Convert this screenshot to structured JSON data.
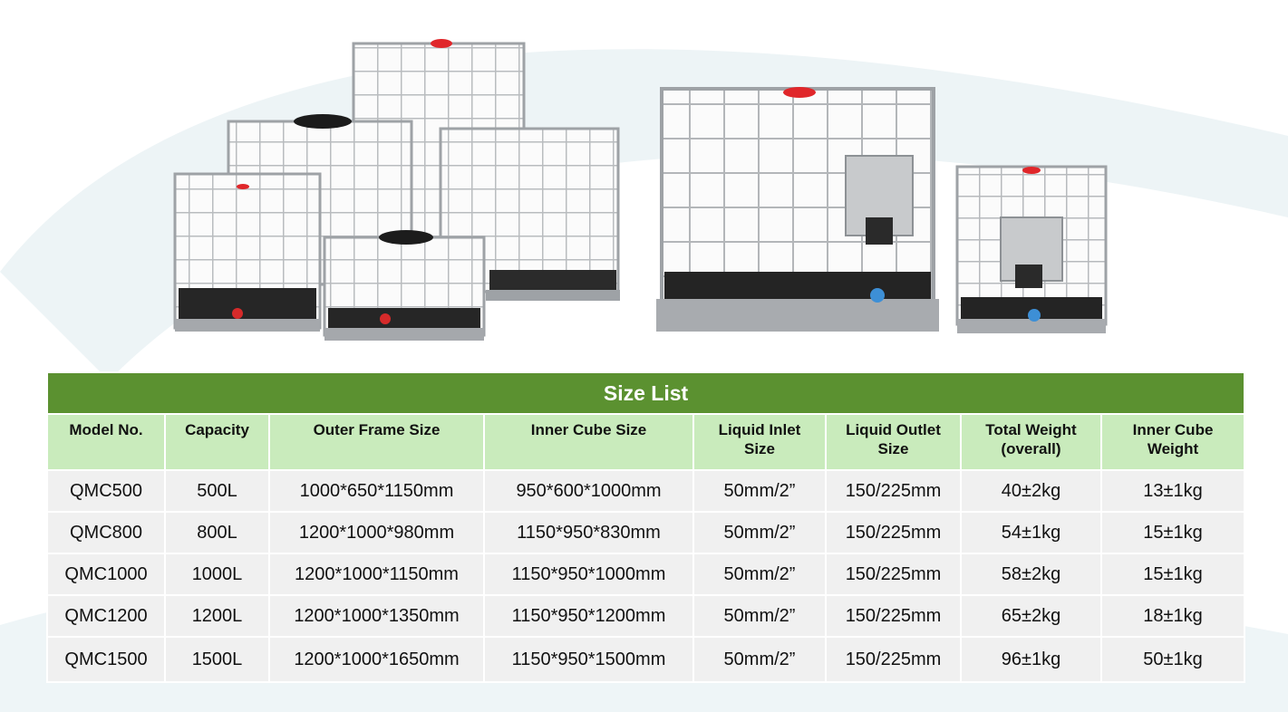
{
  "table": {
    "title": "Size List",
    "columns": [
      [
        "Model No."
      ],
      [
        "Capacity"
      ],
      [
        "Outer Frame Size"
      ],
      [
        "Inner Cube Size"
      ],
      [
        "Liquid Inlet",
        "Size"
      ],
      [
        "Liquid Outlet",
        "Size"
      ],
      [
        "Total Weight",
        "(overall)"
      ],
      [
        "Inner Cube",
        "Weight"
      ]
    ],
    "rows": [
      [
        "QMC500",
        "500L",
        "1000*650*1150mm",
        "950*600*1000mm",
        "50mm/2”",
        "150/225mm",
        "40±2kg",
        "13±1kg"
      ],
      [
        "QMC800",
        "800L",
        "1200*1000*980mm",
        "1150*950*830mm",
        "50mm/2”",
        "150/225mm",
        "54±1kg",
        "15±1kg"
      ],
      [
        "QMC1000",
        "1000L",
        "1200*1000*1150mm",
        "1150*950*1000mm",
        "50mm/2”",
        "150/225mm",
        "58±2kg",
        "15±1kg"
      ],
      [
        "QMC1200",
        "1200L",
        "1200*1000*1350mm",
        "1150*950*1200mm",
        "50mm/2”",
        "150/225mm",
        "65±2kg",
        "18±1kg"
      ],
      [
        "QMC1500",
        "1500L",
        "1200*1000*1650mm",
        "1150*950*1500mm",
        "50mm/2”",
        "150/225mm",
        "96±1kg",
        "50±1kg"
      ]
    ]
  },
  "colors": {
    "title_bar": "#5b9130",
    "header_bg": "#c9ebbc",
    "row_bg": "#f0f0f0",
    "watermark": "#e8f1f4"
  },
  "images": [
    {
      "icon": "ibc-tote-group-photo"
    },
    {
      "icon": "ibc-tote-large-photo"
    },
    {
      "icon": "ibc-tote-small-photo"
    }
  ]
}
